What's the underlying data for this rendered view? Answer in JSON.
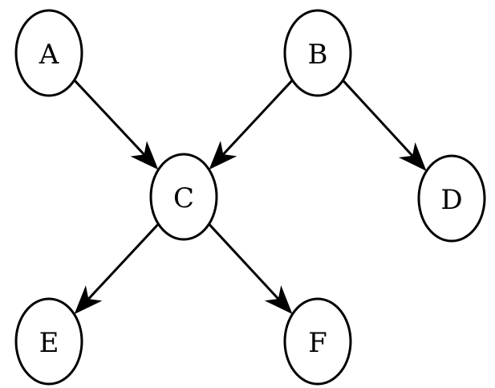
{
  "diagram": {
    "type": "directed-graph",
    "nodes": [
      {
        "id": "A",
        "label": "A"
      },
      {
        "id": "B",
        "label": "B"
      },
      {
        "id": "C",
        "label": "C"
      },
      {
        "id": "D",
        "label": "D"
      },
      {
        "id": "E",
        "label": "E"
      },
      {
        "id": "F",
        "label": "F"
      }
    ],
    "edges": [
      {
        "from": "A",
        "to": "C"
      },
      {
        "from": "B",
        "to": "C"
      },
      {
        "from": "B",
        "to": "D"
      },
      {
        "from": "C",
        "to": "E"
      },
      {
        "from": "C",
        "to": "F"
      }
    ],
    "colors": {
      "stroke": "#000000",
      "fill": "#ffffff"
    }
  }
}
